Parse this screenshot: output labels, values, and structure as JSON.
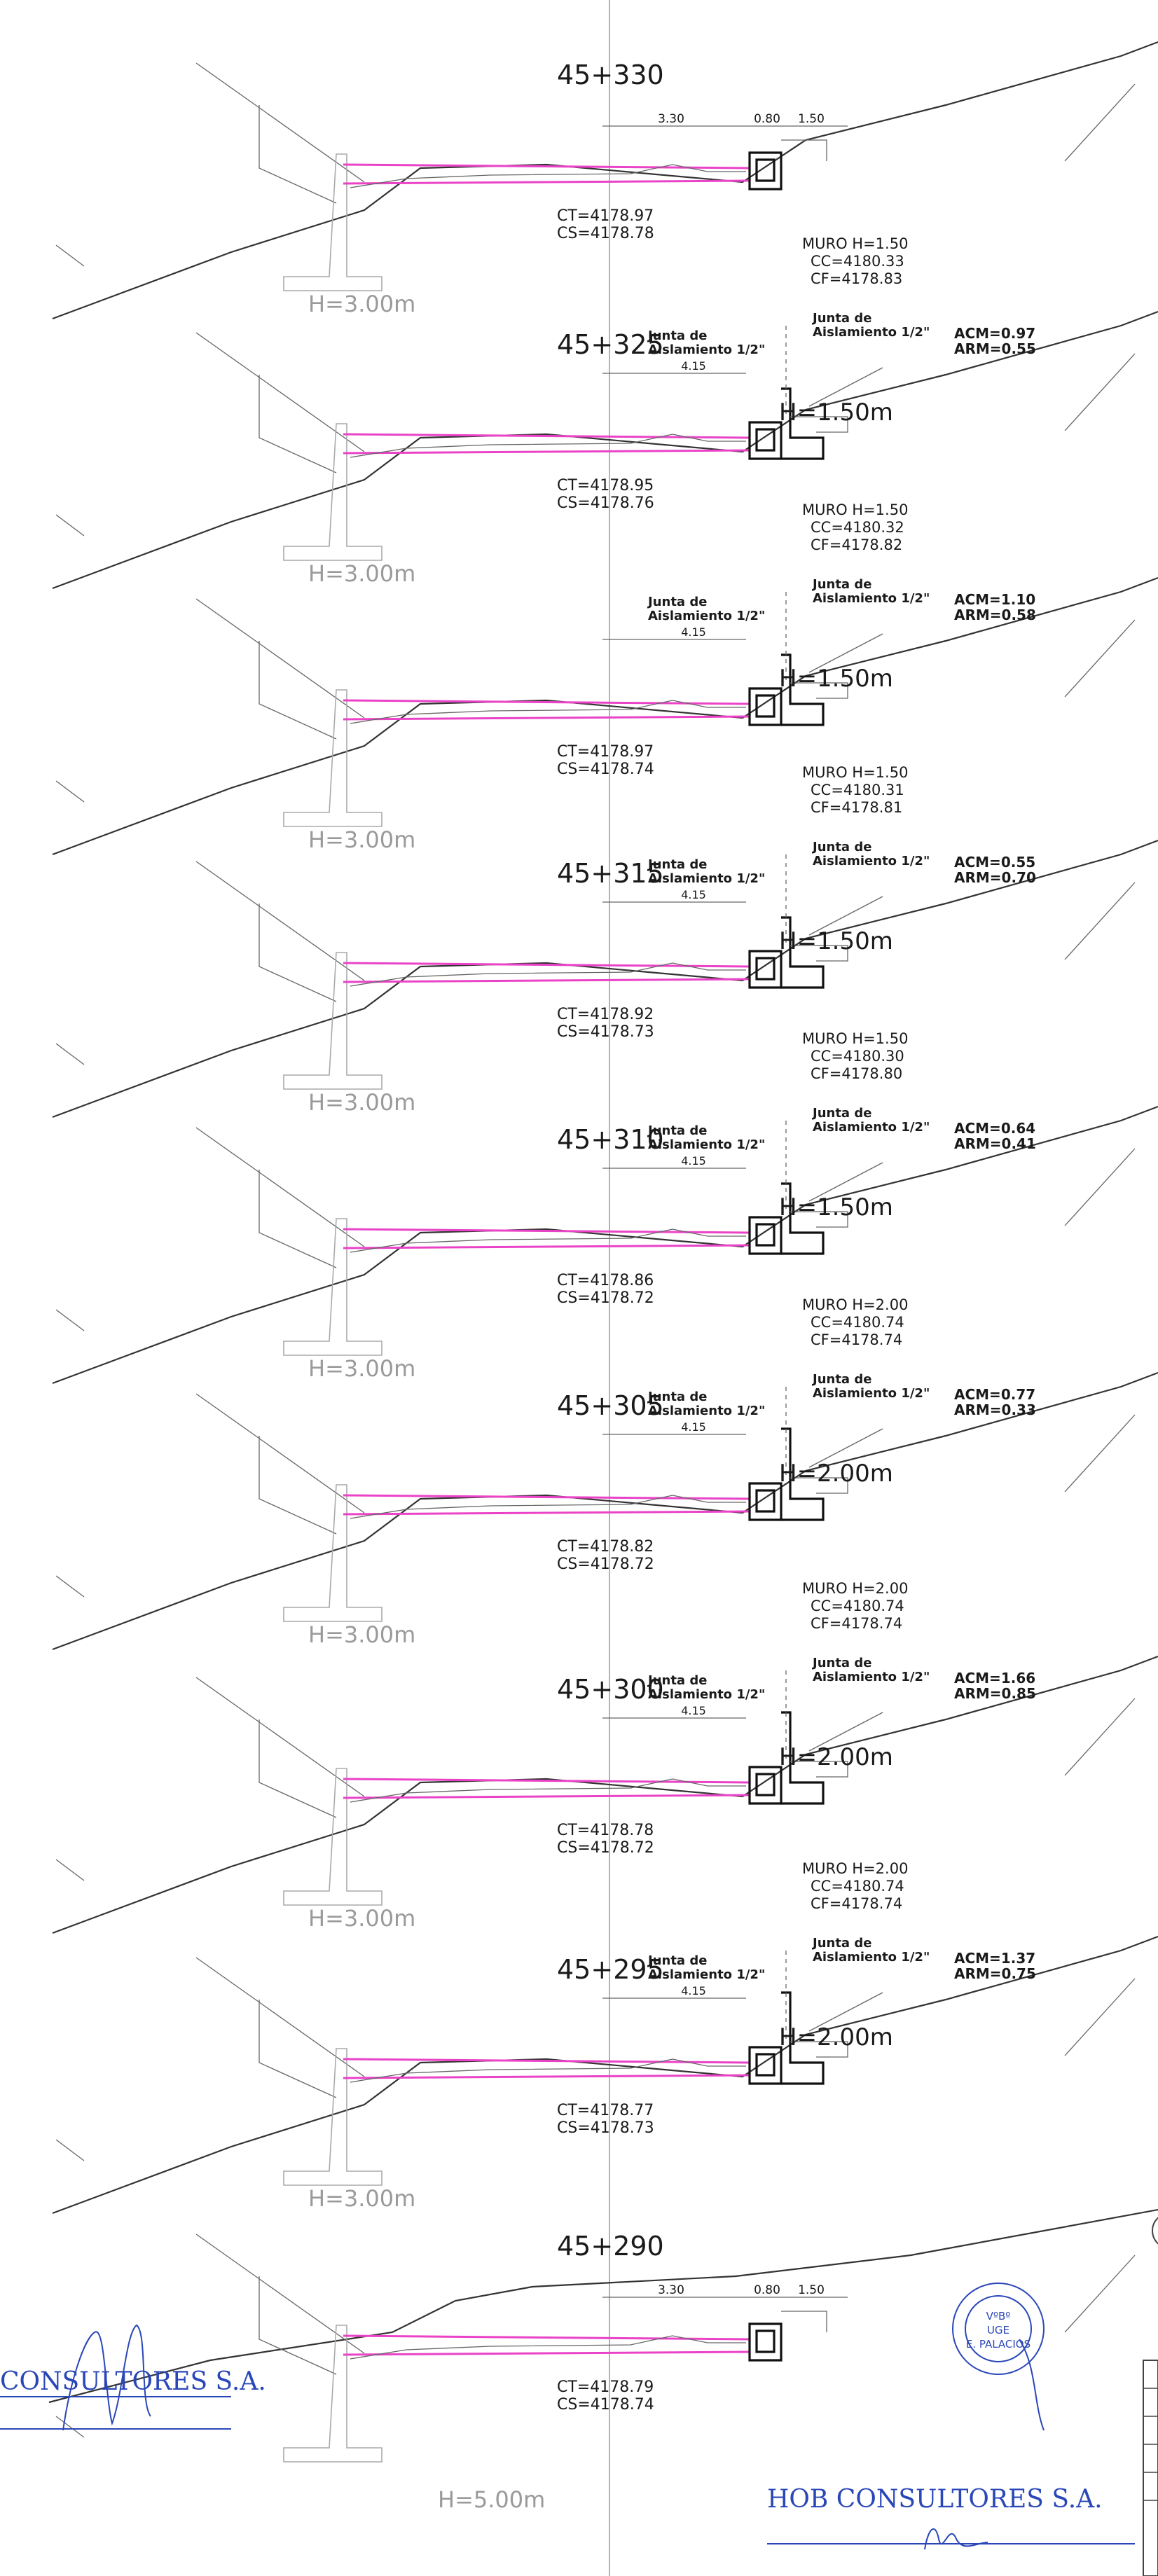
{
  "sections": [
    {
      "station": "45+330",
      "ct": "CT=4178.97",
      "cs": "CS=4178.78",
      "wall_h": "H=3.00m",
      "muro": "",
      "cc": "",
      "cf": "",
      "junta_left": "",
      "junta_right": "",
      "width_label": "",
      "acm": "",
      "arm": "",
      "retaining_h": "",
      "dims": {
        "a": "3.30",
        "b": "0.80",
        "c": "1.50"
      }
    },
    {
      "station": "45+325",
      "ct": "CT=4178.95",
      "cs": "CS=4178.76",
      "wall_h": "H=3.00m",
      "muro": "MURO  H=1.50",
      "cc": "CC=4180.33",
      "cf": "CF=4178.83",
      "junta_left": "Junta  de\nAislamiento  1/2\"",
      "junta_right": "Junta  de\nAislamiento  1/2\"",
      "width_label": "4.15",
      "acm": "ACM=0.97",
      "arm": "ARM=0.55",
      "retaining_h": "H=1.50m"
    },
    {
      "station": "",
      "ct": "CT=4178.97",
      "cs": "CS=4178.74",
      "wall_h": "H=3.00m",
      "muro": "MURO  H=1.50",
      "cc": "CC=4180.32",
      "cf": "CF=4178.82",
      "junta_left": "Junta  de\nAislamiento  1/2\"",
      "junta_right": "Junta  de\nAislamiento  1/2\"",
      "width_label": "4.15",
      "acm": "ACM=1.10",
      "arm": "ARM=0.58",
      "retaining_h": "H=1.50m"
    },
    {
      "station": "45+315",
      "ct": "CT=4178.92",
      "cs": "CS=4178.73",
      "wall_h": "H=3.00m",
      "muro": "MURO  H=1.50",
      "cc": "CC=4180.31",
      "cf": "CF=4178.81",
      "junta_left": "Junta  de\nAislamiento  1/2\"",
      "junta_right": "Junta  de\nAislamiento  1/2\"",
      "width_label": "4.15",
      "acm": "ACM=0.55",
      "arm": "ARM=0.70",
      "retaining_h": "H=1.50m"
    },
    {
      "station": "45+310",
      "ct": "CT=4178.86",
      "cs": "CS=4178.72",
      "wall_h": "H=3.00m",
      "muro": "MURO  H=1.50",
      "cc": "CC=4180.30",
      "cf": "CF=4178.80",
      "junta_left": "Junta  de\nAislamiento  1/2\"",
      "junta_right": "Junta  de\nAislamiento  1/2\"",
      "width_label": "4.15",
      "acm": "ACM=0.64",
      "arm": "ARM=0.41",
      "retaining_h": "H=1.50m"
    },
    {
      "station": "45+305",
      "ct": "CT=4178.82",
      "cs": "CS=4178.72",
      "wall_h": "H=3.00m",
      "muro": "MURO  H=2.00",
      "cc": "CC=4180.74",
      "cf": "CF=4178.74",
      "junta_left": "Junta  de\nAislamiento  1/2\"",
      "junta_right": "Junta  de\nAislamiento  1/2\"",
      "width_label": "4.15",
      "acm": "ACM=0.77",
      "arm": "ARM=0.33",
      "retaining_h": "H=2.00m"
    },
    {
      "station": "45+300",
      "ct": "CT=4178.78",
      "cs": "CS=4178.72",
      "wall_h": "H=3.00m",
      "muro": "MURO  H=2.00",
      "cc": "CC=4180.74",
      "cf": "CF=4178.74",
      "junta_left": "Junta  de\nAislamiento  1/2\"",
      "junta_right": "Junta  de\nAislamiento  1/2\"",
      "width_label": "4.15",
      "acm": "ACM=1.66",
      "arm": "ARM=0.85",
      "retaining_h": "H=2.00m"
    },
    {
      "station": "45+295",
      "ct": "CT=4178.77",
      "cs": "CS=4178.73",
      "wall_h": "H=3.00m",
      "muro": "MURO  H=2.00",
      "cc": "CC=4180.74",
      "cf": "CF=4178.74",
      "junta_left": "Junta  de\nAislamiento  1/2\"",
      "junta_right": "Junta  de\nAislamiento  1/2\"",
      "width_label": "4.15",
      "acm": "ACM=1.37",
      "arm": "ARM=0.75",
      "retaining_h": "H=2.00m"
    },
    {
      "station": "45+290",
      "ct": "CT=4178.79",
      "cs": "CS=4178.74",
      "wall_h": "H=5.00m",
      "muro": "",
      "cc": "",
      "cf": "",
      "junta_left": "",
      "junta_right": "",
      "width_label": "",
      "acm": "",
      "arm": "",
      "retaining_h": "",
      "dims": {
        "a": "3.30",
        "b": "0.80",
        "c": "1.50"
      }
    }
  ],
  "stamp": {
    "line1": "VºBº",
    "line2": "UGE",
    "line3": "E. PALACIOS"
  },
  "firms": {
    "left": "CONSULTORES S.A.",
    "right": "HOB CONSULTORES S.A."
  },
  "colors": {
    "pink_line": "#ea43c7",
    "ink_blue": "#2a47b8",
    "ground": "#333333"
  }
}
